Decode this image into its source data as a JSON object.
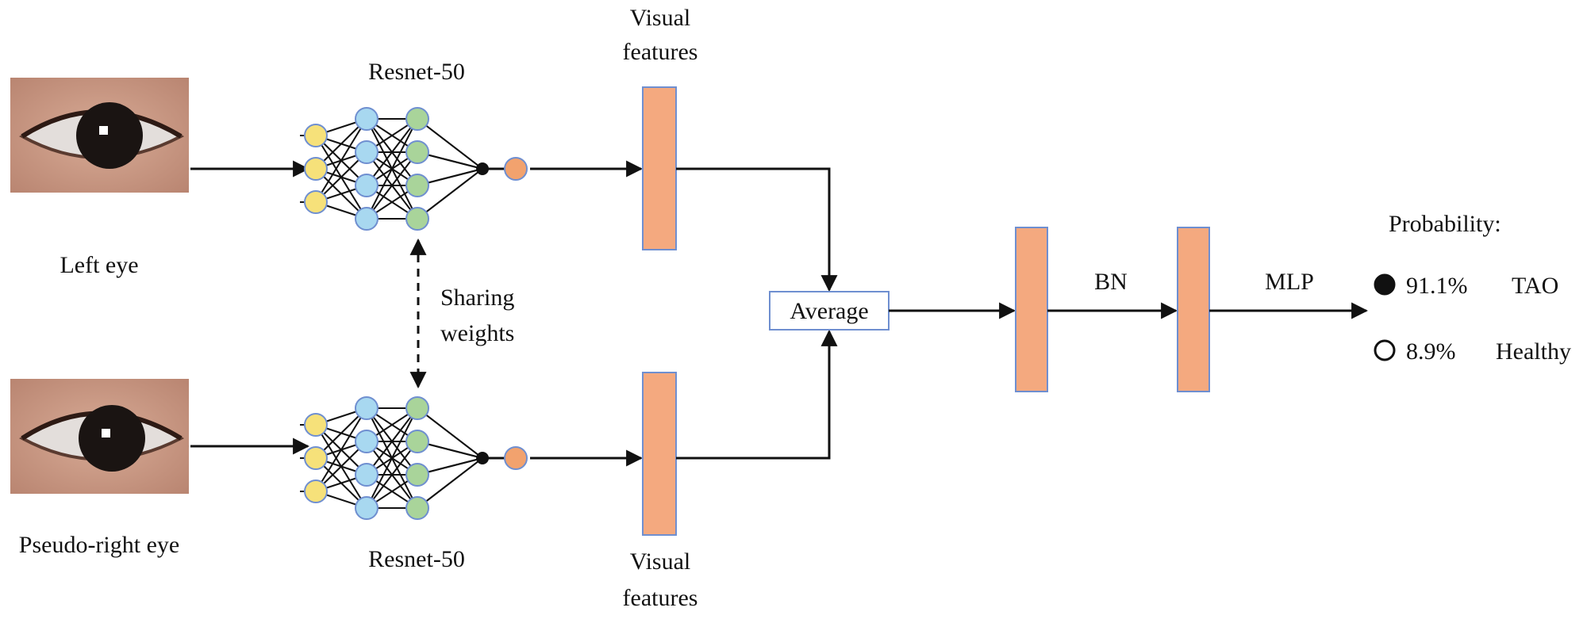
{
  "inputs": {
    "left_eye_label": "Left eye",
    "pseudo_right_eye_label": "Pseudo-right eye"
  },
  "backbone": {
    "top_label": "Resnet-50",
    "bottom_label": "Resnet-50",
    "sharing_label_line1": "Sharing",
    "sharing_label_line2": "weights"
  },
  "features": {
    "top_label_line1": "Visual",
    "top_label_line2": "features",
    "bottom_label_line1": "Visual",
    "bottom_label_line2": "features"
  },
  "fusion": {
    "average_label": "Average"
  },
  "head": {
    "bn_label": "BN",
    "mlp_label": "MLP"
  },
  "output": {
    "title": "Probability:",
    "results": [
      {
        "percent": "91.1%",
        "class": "TAO",
        "selected": true
      },
      {
        "percent": "8.9%",
        "class": "Healthy",
        "selected": false
      }
    ]
  },
  "colors": {
    "feature_fill": "#f4a97f",
    "feature_stroke": "#6f8fd0",
    "node_layer1": "#f6e17a",
    "node_layer2": "#a8d8f0",
    "node_layer3": "#a9d49a",
    "node_output": "#f2a26e",
    "skin": "#c99a84",
    "sclera": "#dcdcdc"
  }
}
